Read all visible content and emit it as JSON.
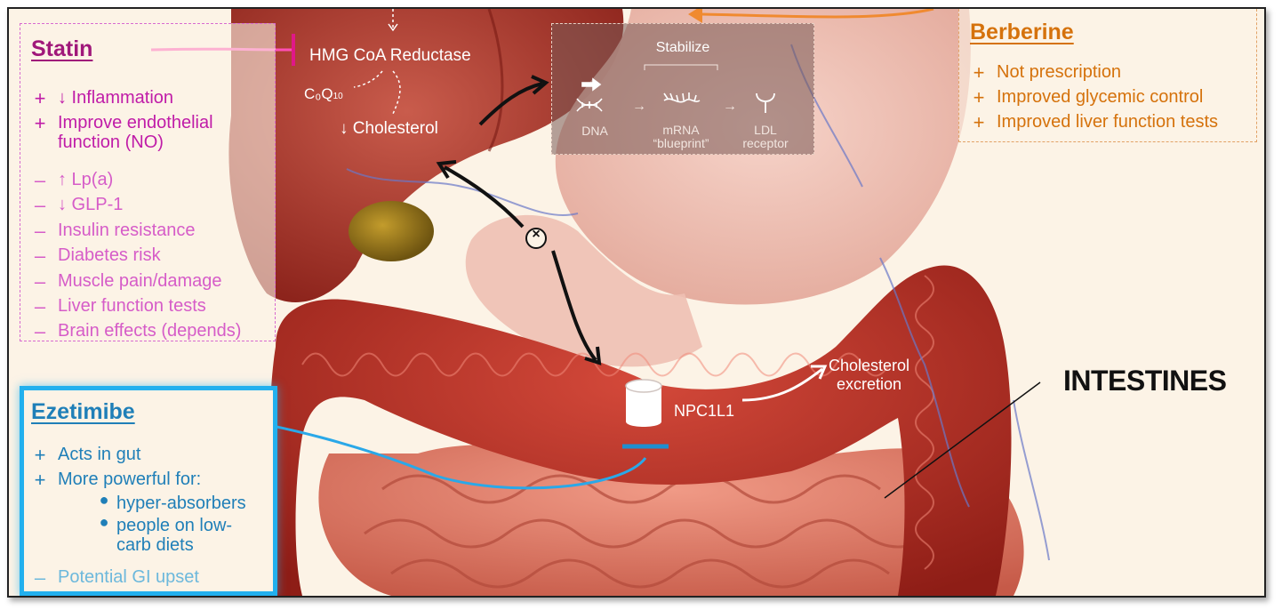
{
  "colors": {
    "statin": "#c01ca8",
    "statin_neg": "#d65cc8",
    "berberine": "#d5720c",
    "ezetimibe": "#1f7fb8",
    "ezetimibe_border": "#22b0ee",
    "ezetimibe_neg": "#6cb8dc",
    "background": "#fcf3e6"
  },
  "statin": {
    "title": "Statin",
    "pros": [
      {
        "mark": "+",
        "text": "↓ Inflammation"
      },
      {
        "mark": "+",
        "text": "Improve endothelial\nfunction (NO)"
      }
    ],
    "cons": [
      {
        "mark": "–",
        "text": "↑ Lp(a)"
      },
      {
        "mark": "–",
        "text": "↓ GLP-1"
      },
      {
        "mark": "–",
        "text": "Insulin resistance"
      },
      {
        "mark": "–",
        "text": "Diabetes risk"
      },
      {
        "mark": "–",
        "text": "Muscle pain/damage"
      },
      {
        "mark": "–",
        "text": "Liver function tests"
      },
      {
        "mark": "–",
        "text": "Brain effects (depends)"
      }
    ]
  },
  "berberine": {
    "title": "Berberine",
    "items": [
      {
        "mark": "+",
        "text": "Not prescription"
      },
      {
        "mark": "+",
        "text": "Improved glycemic control"
      },
      {
        "mark": "+",
        "text": "Improved liver function tests"
      }
    ]
  },
  "ezetimibe": {
    "title": "Ezetimibe",
    "pros": [
      {
        "mark": "+",
        "text": "Acts in gut"
      },
      {
        "mark": "+",
        "text": "More powerful for:"
      }
    ],
    "bullets": [
      "hyper-absorbers",
      "people on low-\ncarb diets"
    ],
    "cons": [
      {
        "mark": "–",
        "text": "Potential GI upset"
      }
    ]
  },
  "pathway": {
    "enzyme": "HMG CoA Reductase",
    "coq10_main": "C₀Q",
    "coq10_sub": "10",
    "cholesterol": "↓ Cholesterol",
    "stabilize": "Stabilize",
    "dna": "DNA",
    "mrna": "mRNA\n“blueprint”",
    "ldl": "LDL\nreceptor",
    "npc1l1": "NPC1L1",
    "excretion": "Cholesterol\nexcretion",
    "block_symbol": "×",
    "arrow": "→"
  },
  "intestines_label": "INTESTINES"
}
